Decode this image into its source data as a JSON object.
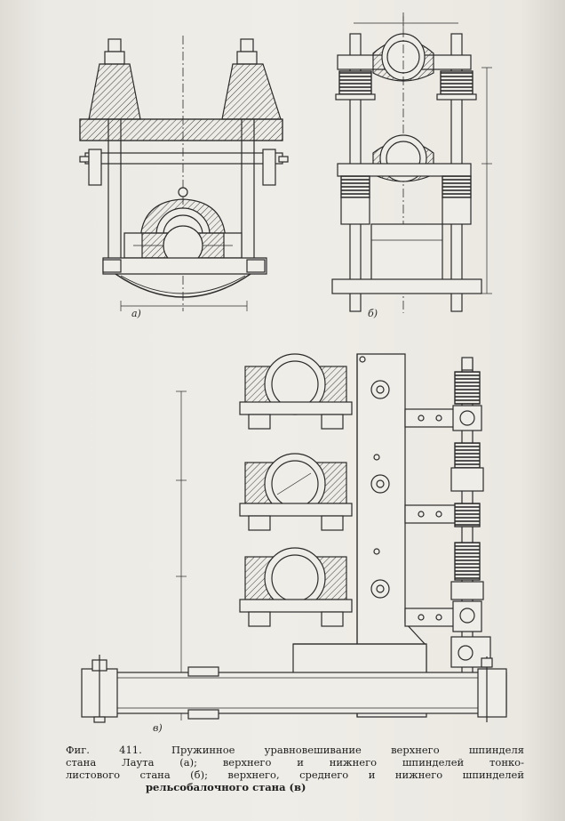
{
  "figure": {
    "labels": {
      "a": "а)",
      "b": "б)",
      "c": "в)"
    },
    "caption_lines": [
      "Фиг. 411. Пружинное уравновешивание верхнего шпинделя",
      "стана Лаута (а); верхнего и нижнего шпинделей тонко-",
      "листового стана (б); верхнего, среднего и нижнего шпинделей",
      "рельсобалочного стана (в)"
    ]
  },
  "colors": {
    "ink": "#2b2b2b",
    "paper": "#efede7",
    "shade": "#8a8780"
  }
}
